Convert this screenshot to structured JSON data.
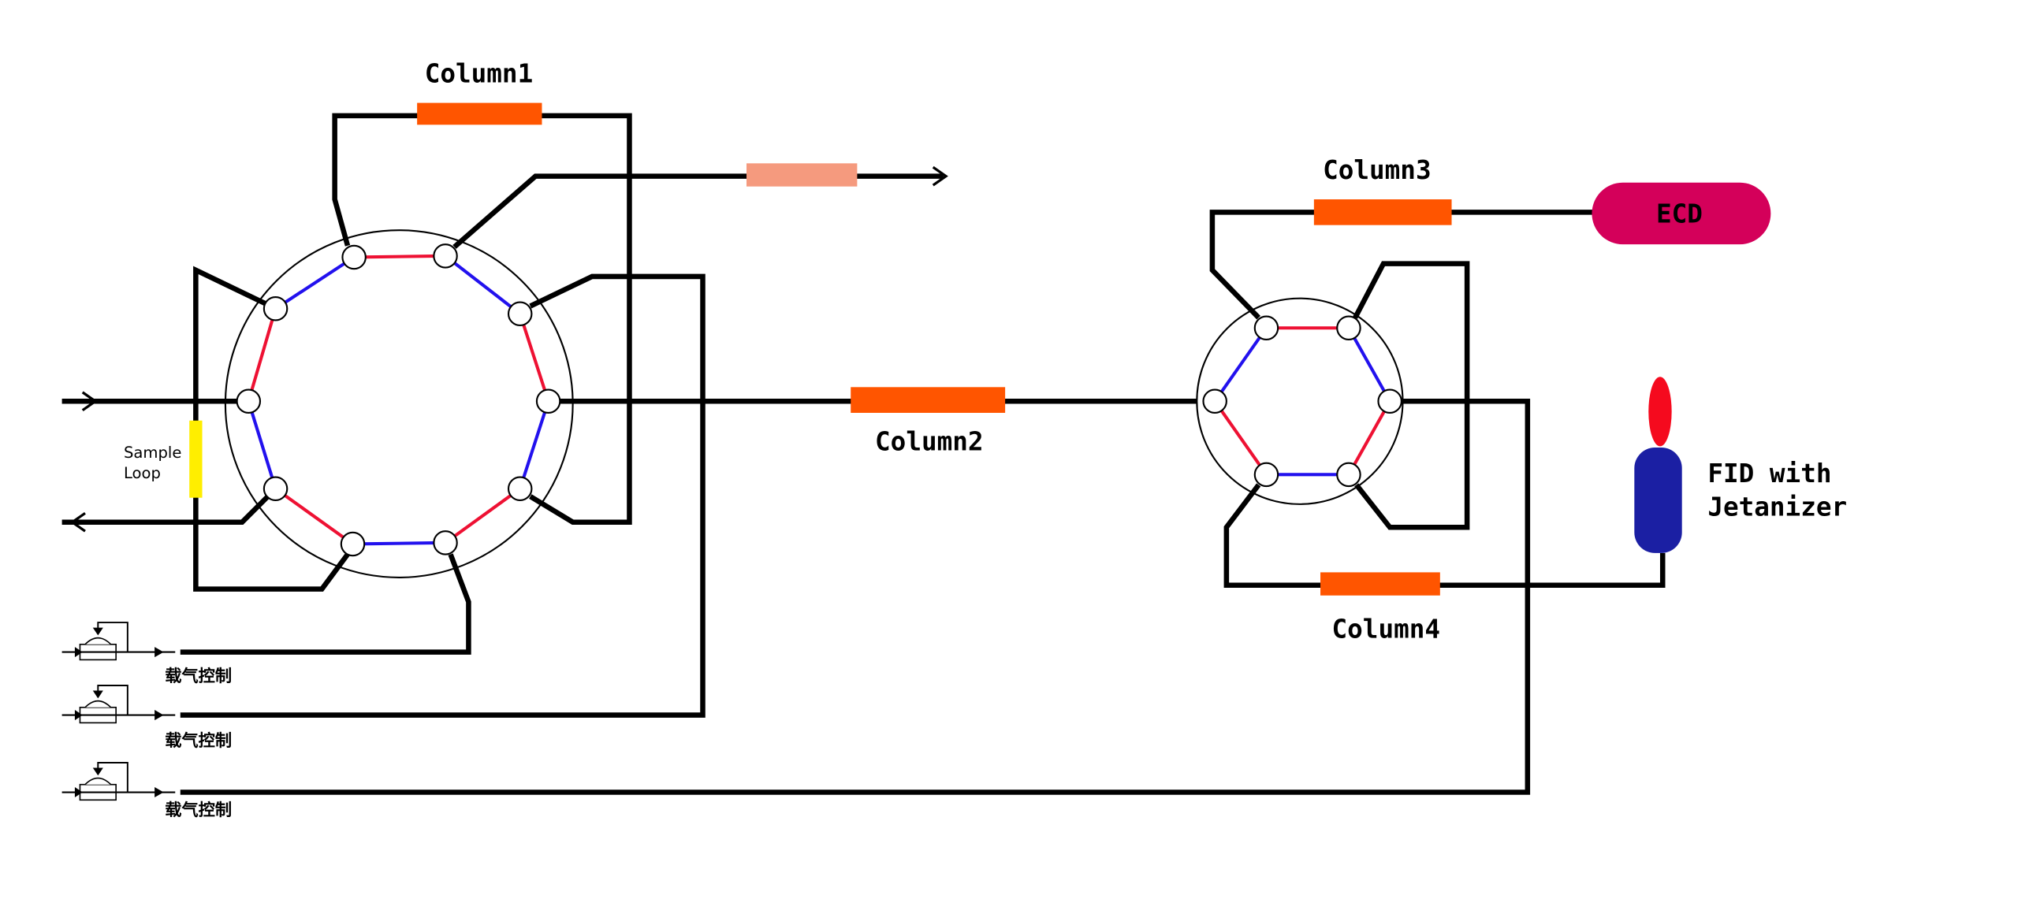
{
  "columns": {
    "column1": "Column1",
    "column2": "Column2",
    "column3": "Column3",
    "column4": "Column4"
  },
  "sample_loop": {
    "line1": "Sample",
    "line2": "Loop"
  },
  "detectors": {
    "ecd": "ECD",
    "fid_line1": "FID with",
    "fid_line2": "Jetanizer"
  },
  "carrier_controls": [
    "载气控制",
    "载气控制",
    "载气控制"
  ],
  "colors": {
    "column": "#ff5500",
    "vent_restrictor": "#f59a7e",
    "sample_loop": "#ffee00",
    "ecd": "#d4005a",
    "fid_body": "#1b1fa3",
    "fid_flame": "#f50a1e",
    "flow_path_a": "#ee1133",
    "flow_path_b": "#2211ee"
  },
  "valves": [
    {
      "ports": 10
    },
    {
      "ports": 6
    }
  ]
}
